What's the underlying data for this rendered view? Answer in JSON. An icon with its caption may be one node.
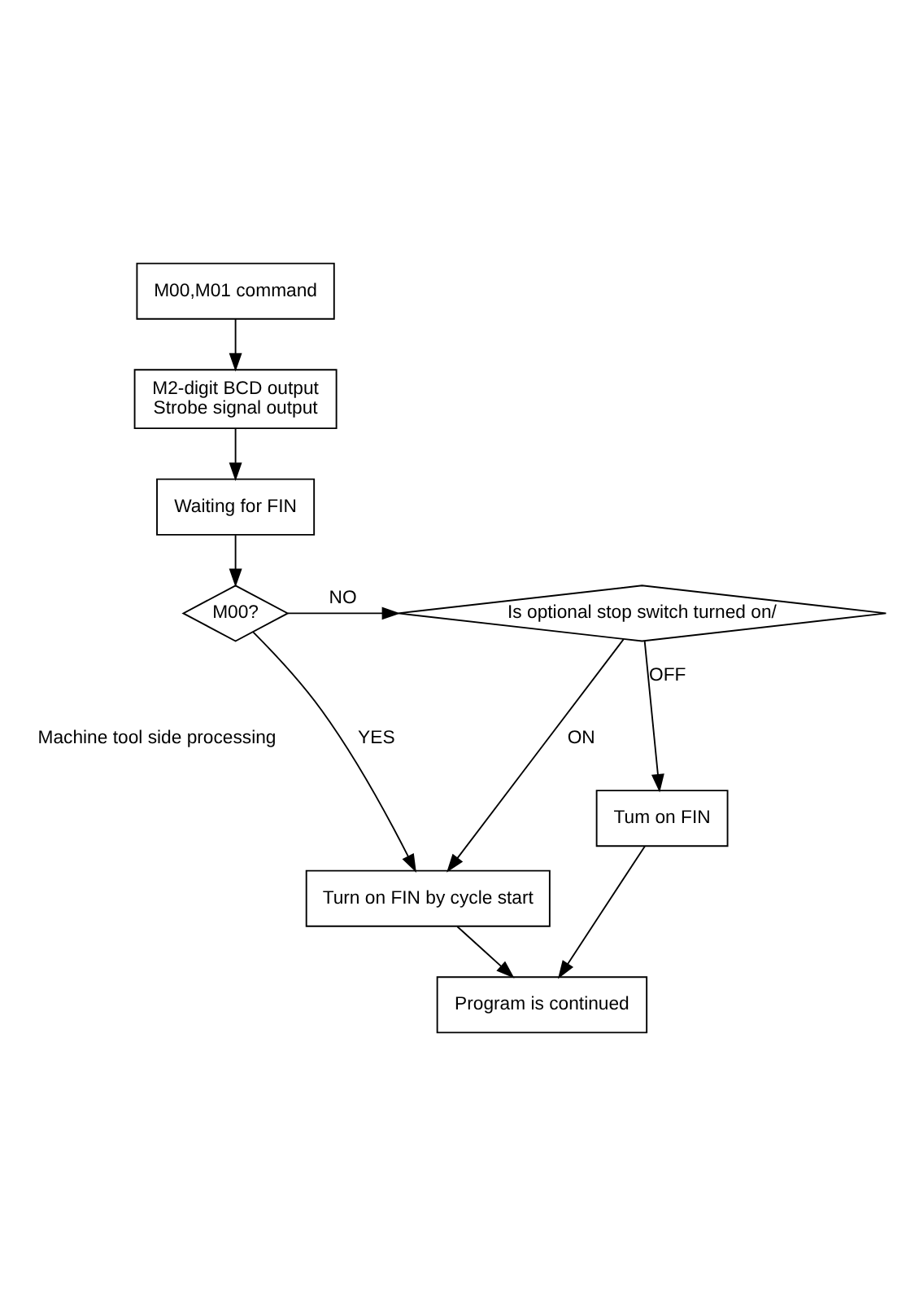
{
  "diagram": {
    "nodes": [
      {
        "text": [
          "M00,M01 command"
        ]
      },
      {
        "text": [
          "M2-digit BCD output",
          "Strobe signal output"
        ]
      },
      {
        "text": [
          "Waiting for FIN"
        ]
      },
      {
        "text": [
          "M00?"
        ]
      },
      {
        "text": [
          "Is optional stop switch turned on/"
        ]
      },
      {
        "text": [
          "Tum on FIN"
        ]
      },
      {
        "text": [
          "Turn on FIN by cycle start"
        ]
      },
      {
        "text": [
          "Program is continued"
        ]
      }
    ],
    "edges": [
      {
        "from": 0,
        "to": 1,
        "arrow": "to"
      },
      {
        "from": 1,
        "to": 2,
        "arrow": "to"
      },
      {
        "from": 2,
        "to": 3,
        "arrow": "to"
      },
      {
        "from": 3,
        "to": 4,
        "label": "NO",
        "arrow": "to"
      },
      {
        "from": 3,
        "to": 6,
        "label": "YES",
        "arrow": "to"
      },
      {
        "from": 4,
        "to": 5,
        "label": "OFF",
        "arrow": "to"
      },
      {
        "from": 4,
        "to": 6,
        "label": "ON",
        "arrow": "to"
      },
      {
        "from": 6,
        "to": 7,
        "arrow": "to"
      },
      {
        "from": 5,
        "to": 7,
        "arrow": "to"
      }
    ],
    "labels": [
      "Machine tool side processing"
    ]
  }
}
